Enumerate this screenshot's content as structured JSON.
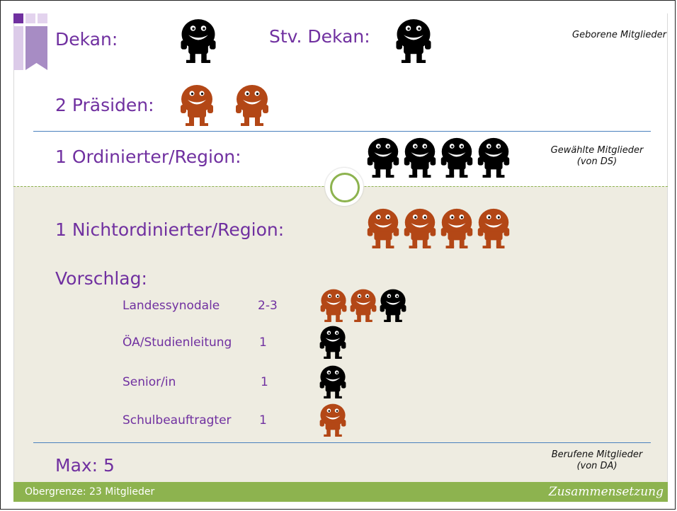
{
  "slide": {
    "dekan_label": "Dekan:",
    "stv_dekan_label": "Stv. Dekan:",
    "geborene_note": "Geborene Mitglieder",
    "praesiden_label": "2 Präsiden:",
    "ordinierter_label": "1 Ordinierter/Region:",
    "gewaehlte_note_line1": "Gewählte Mitglieder",
    "gewaehlte_note_line2": "(von DS)",
    "nichtordinierter_label": "1 Nichtordinierter/Region:",
    "vorschlag_label": "Vorschlag:",
    "rows": [
      {
        "label": "Landessynodale",
        "count": "2-3"
      },
      {
        "label": "ÖA/Studienleitung",
        "count": "1"
      },
      {
        "label": "Senior/in",
        "count": "1"
      },
      {
        "label": "Schulbeauftragter",
        "count": "1"
      }
    ],
    "max_label": "Max: 5",
    "berufene_note_line1": "Berufene Mitglieder",
    "berufene_note_line2": "(von DA)"
  },
  "footer": {
    "left": "Obergrenze: 23 Mitglieder",
    "right": "Zusammensetzung"
  },
  "colors": {
    "purple": "#7030a0",
    "brown": "#b34716",
    "black": "#000000",
    "green": "#8db34f",
    "blue_line": "#4a81bd",
    "beige": "#eeece1"
  },
  "icons": {
    "figure": "smiling-figure-icon",
    "logo": "bookmark-logo-icon",
    "divider": "ring-icon"
  }
}
